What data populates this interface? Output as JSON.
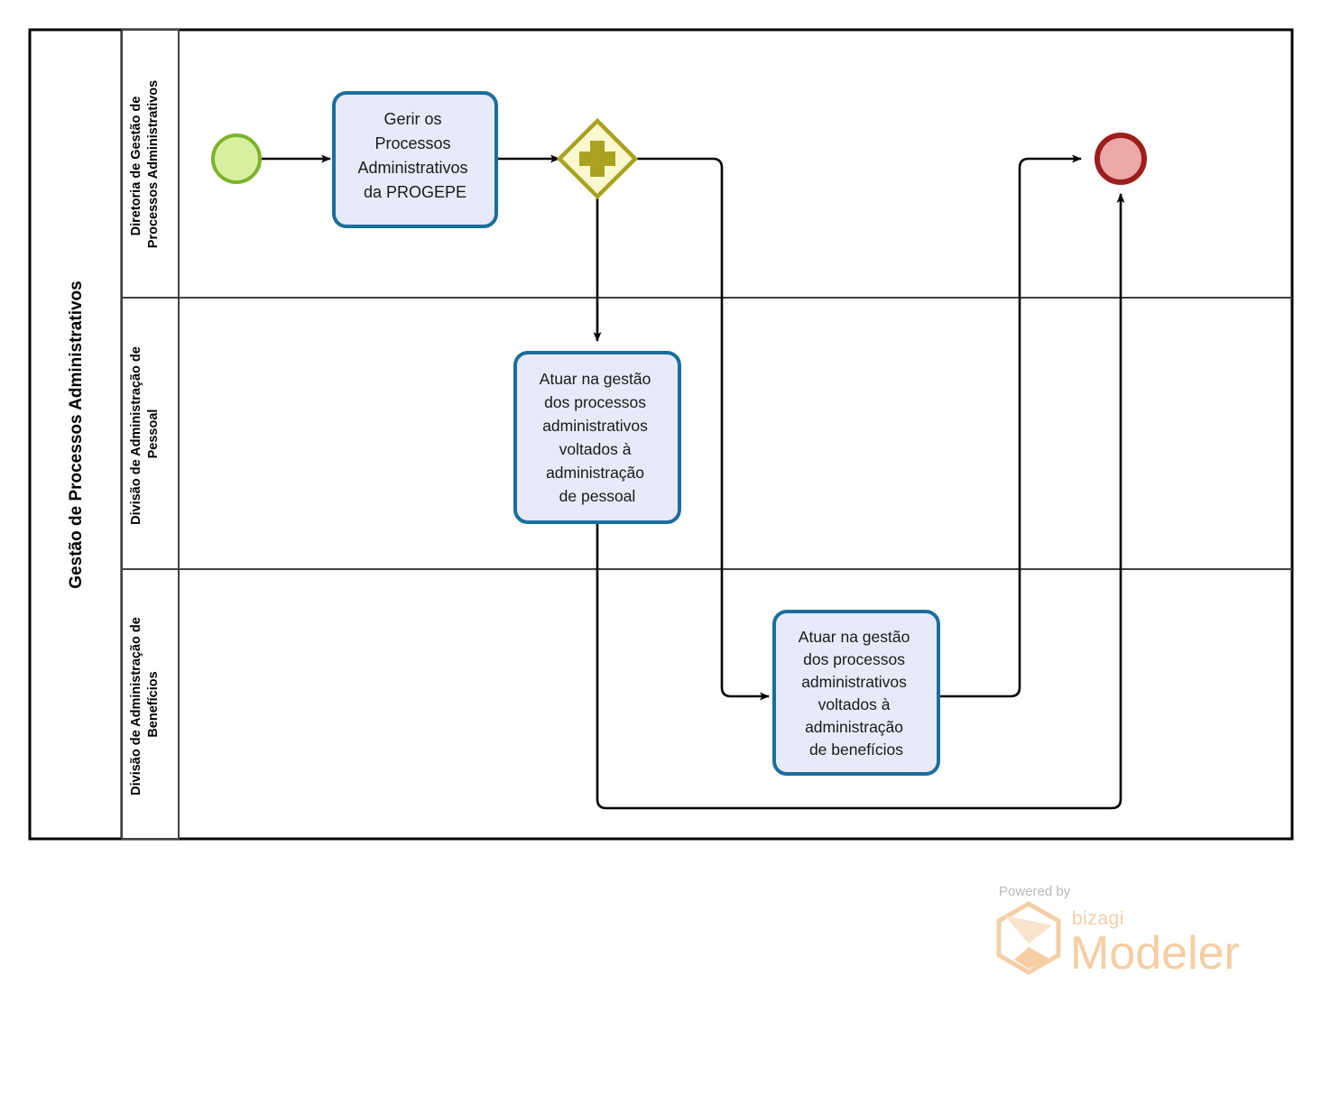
{
  "diagram": {
    "type": "bpmn-process-diagram",
    "pool": {
      "title": "Gestão de Processos Administrativos"
    },
    "lanes": [
      {
        "id": "lane-diretoria",
        "title": "Diretoria de Gestão de Processos Administrativos"
      },
      {
        "id": "lane-pessoal",
        "title": "Divisão de Administração de Pessoal"
      },
      {
        "id": "lane-beneficios",
        "title": "Divisão de Administração de Benefícios"
      }
    ],
    "events": [
      {
        "id": "start-event",
        "kind": "start",
        "label": "",
        "lane": "lane-diretoria"
      },
      {
        "id": "end-event",
        "kind": "end",
        "label": "",
        "lane": "lane-diretoria"
      }
    ],
    "gateways": [
      {
        "id": "parallel-gateway",
        "kind": "parallel",
        "symbol": "+",
        "lane": "lane-diretoria"
      }
    ],
    "tasks": [
      {
        "id": "task-gerir",
        "lane": "lane-diretoria",
        "lines": [
          "Gerir os",
          "Processos",
          "Administrativos",
          "da PROGEPE"
        ],
        "text": "Gerir os Processos Administrativos da PROGEPE"
      },
      {
        "id": "task-pessoal",
        "lane": "lane-pessoal",
        "lines": [
          "Atuar na gestão",
          "dos processos",
          "administrativos",
          "voltados à",
          "administração",
          "de pessoal"
        ],
        "text": "Atuar na gestão dos processos administrativos voltados à administração de pessoal"
      },
      {
        "id": "task-beneficios",
        "lane": "lane-beneficios",
        "lines": [
          "Atuar na gestão",
          "dos processos",
          "administrativos",
          "voltados à",
          "administração",
          "de benefícios"
        ],
        "text": "Atuar na gestão dos processos administrativos voltados à administração de benefícios"
      }
    ],
    "flows": [
      {
        "id": "flow-start-to-gerir",
        "from": "start-event",
        "to": "task-gerir"
      },
      {
        "id": "flow-gerir-to-gateway",
        "from": "task-gerir",
        "to": "parallel-gateway"
      },
      {
        "id": "flow-gateway-to-pessoal",
        "from": "parallel-gateway",
        "to": "task-pessoal"
      },
      {
        "id": "flow-gateway-to-beneficios",
        "from": "parallel-gateway",
        "to": "task-beneficios"
      },
      {
        "id": "flow-pessoal-to-end",
        "from": "task-pessoal",
        "to": "end-event"
      },
      {
        "id": "flow-beneficios-to-end",
        "from": "task-beneficios",
        "to": "end-event"
      }
    ]
  },
  "watermark": {
    "powered_by": "Powered by",
    "brand": "bizagi",
    "product": "Modeler"
  },
  "colors": {
    "task_fill": "#e8eafa",
    "task_stroke": "#1b6e9c",
    "start_fill": "#d6f0a0",
    "start_stroke": "#7cb32a",
    "end_fill": "#eda8a8",
    "end_stroke": "#9e1d1d",
    "gateway_fill": "#fbf8d0",
    "gateway_stroke": "#a9a220",
    "gateway_symbol": "#a9a220",
    "pool_stroke": "#000000",
    "lane_stroke": "#404040",
    "flow_stroke": "#000000"
  }
}
